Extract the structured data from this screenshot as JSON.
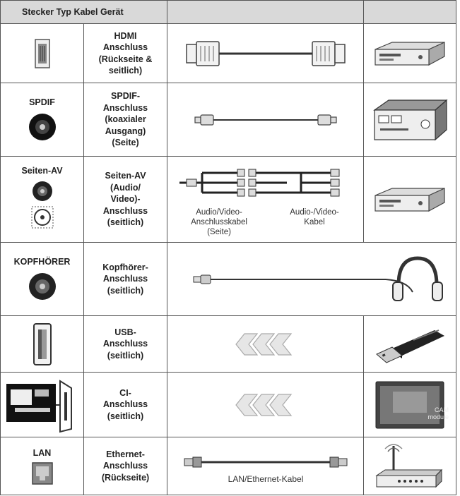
{
  "header": {
    "col_type": "Stecker Typ",
    "col_cable": "Kabel Gerät",
    "col_3": "",
    "col_4": ""
  },
  "rows": [
    {
      "type_label": "",
      "desc": [
        "HDMI",
        "Anschluss",
        "(Rückseite &",
        "seitlich)"
      ]
    },
    {
      "type_label": "SPDIF",
      "desc": [
        "SPDIF-",
        "Anschluss",
        "(koaxialer",
        "Ausgang)",
        "(Seite)"
      ]
    },
    {
      "type_label": "Seiten-AV",
      "desc": [
        "Seiten-AV",
        "(Audio/",
        "Video)-",
        "Anschluss",
        "(seitlich)"
      ],
      "captions": {
        "left": [
          "Audio/Video-",
          "Anschlusskabel",
          "(Seite)"
        ],
        "right": [
          "Audio-/Video-",
          "Kabel"
        ]
      }
    },
    {
      "type_label": "KOPFHÖRER",
      "desc": [
        "Kopfhörer-",
        "Anschluss",
        "(seitlich)"
      ]
    },
    {
      "type_label": "",
      "desc": [
        "USB-",
        "Anschluss",
        "(seitlich)"
      ]
    },
    {
      "type_label": "",
      "desc": [
        "CI-",
        "Anschluss",
        "(seitlich)"
      ],
      "cam_label": [
        "CAM",
        "module"
      ]
    },
    {
      "type_label": "LAN",
      "desc": [
        "Ethernet-",
        "Anschluss",
        "(Rückseite)"
      ],
      "cable_label": "LAN/Ethernet-Kabel"
    }
  ],
  "colors": {
    "border": "#555555",
    "header_bg": "#d9d9d9",
    "ink": "#222222"
  }
}
